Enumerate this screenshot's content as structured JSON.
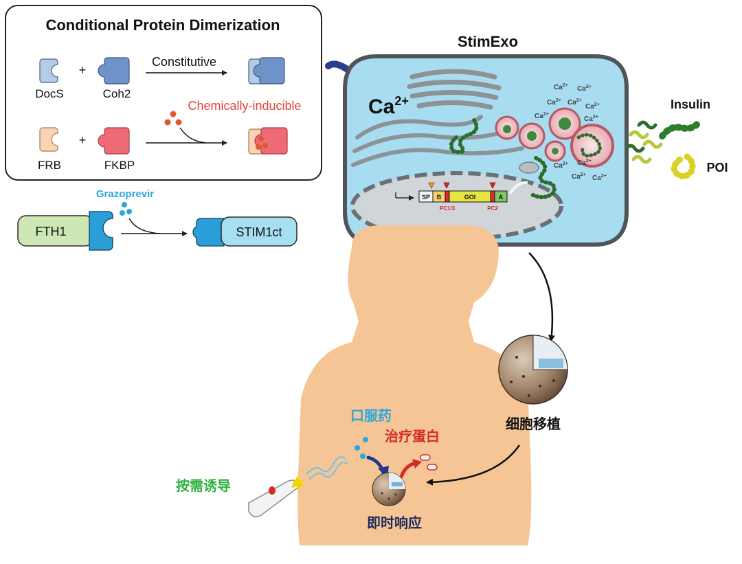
{
  "dimerization": {
    "title": "Conditional Protein Dimerization",
    "docs": "DocS",
    "coh2": "Coh2",
    "plus": "+",
    "constitutive": "Constitutive",
    "chemically_inducible": "Chemically-inducible",
    "frb": "FRB",
    "fkbp": "FKBP"
  },
  "switch": {
    "drug": "Grazoprevir",
    "fth1": "FTH1",
    "stim1ct": "STIM1ct"
  },
  "cell": {
    "title": "StimExo",
    "ca_main": "Ca",
    "ca_sup": "2+",
    "ca_small": "Ca",
    "ca_small_sup": "2+",
    "construct": {
      "sp": "SP",
      "b": "B",
      "goi": "GOI",
      "a": "A",
      "pc13": "PC1/3",
      "pc2": "PC2"
    },
    "insulin": "Insulin",
    "poi": "POI"
  },
  "body": {
    "transplant": "细胞移植",
    "oral_drug": "口服药",
    "therapeutic_protein": "治疗蛋白",
    "on_demand": "按需诱导",
    "instant_response": "即时响应"
  },
  "colors": {
    "cell_fill": "#a8dcf0",
    "cell_border": "#505658",
    "body_skin": "#f6c596",
    "drug_blue": "#2aa7dc",
    "red_label": "#d42b26",
    "green_label": "#2db13c",
    "navy_label": "#1c2b5e",
    "fth1_green": "#cde8b4",
    "stim_blue": "#a6dff2"
  }
}
